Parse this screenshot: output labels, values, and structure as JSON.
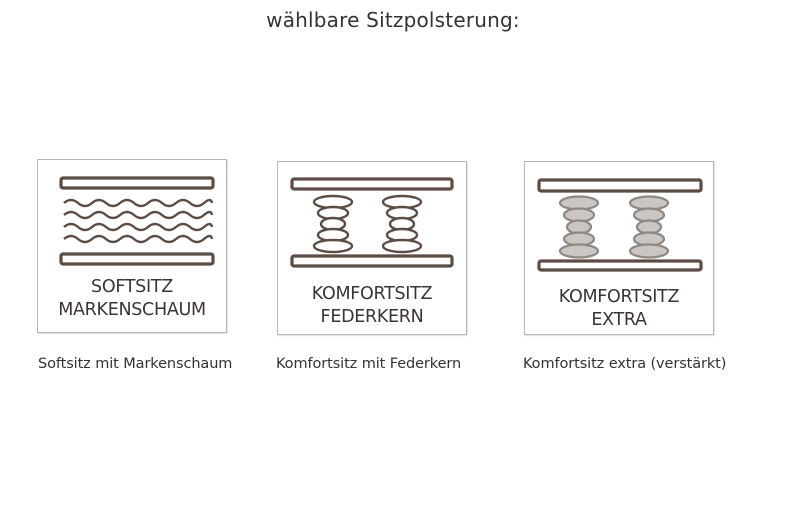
{
  "heading": "wählbare Sitzpolsterung:",
  "options": [
    {
      "icon": "foam-layers-icon",
      "label_line1": "SOFTSITZ",
      "label_line2": "MARKENSCHAUM",
      "caption": "Softsitz mit Markenschaum"
    },
    {
      "icon": "spring-core-icon",
      "label_line1": "KOMFORTSITZ",
      "label_line2": "FEDERKERN",
      "caption": "Komfortsitz mit Federkern"
    },
    {
      "icon": "reinforced-spring-core-icon",
      "label_line1": "KOMFORTSITZ",
      "label_line2": "EXTRA",
      "caption": "Komfortsitz extra (verstärkt)"
    }
  ],
  "colors": {
    "line": "#5b4c45",
    "frame": "#b9b5b1",
    "spring_fill_extra": "#c9c6c4"
  }
}
